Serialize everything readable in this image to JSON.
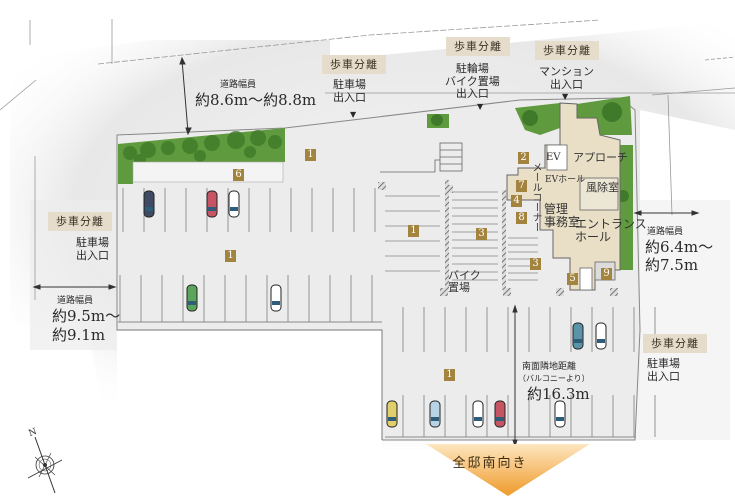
{
  "title": "敷地配置図",
  "badges": {
    "separation_label": "歩車分離"
  },
  "entrances": {
    "parking_north": "駐車場\n出入口",
    "bicycle_bike": "駐輪場\nバイク置場\n出入口",
    "mansion": "マンション\n出入口",
    "parking_west": "駐車場\n出入口",
    "parking_east": "駐車場\n出入口",
    "arrow_glyph": "▼"
  },
  "road_widths": {
    "north": {
      "label": "道路幅員",
      "value": "約8.6m〜約8.8m"
    },
    "west": {
      "label": "道路幅員",
      "value_line1": "約9.5m〜",
      "value_line2": "約9.1m"
    },
    "east": {
      "label": "道路幅員",
      "value_line1": "約6.4m〜",
      "value_line2": "約7.5m"
    }
  },
  "south_distance": {
    "label": "南面隣地距離",
    "sub": "（バルコニーより）",
    "value": "約16.3m"
  },
  "orientation_banner": "全邸南向き",
  "rooms": {
    "approach": "アプローチ",
    "ev": "EV",
    "ev_hall": "EVホール",
    "windbreak": "風除室",
    "mail_corner": "メールコーナー",
    "management": "管理\n事務室",
    "entrance_hall": "エントランス\nホール",
    "bike_parking": "バイク\n置場"
  },
  "legend_numbers": [
    "1",
    "2",
    "3",
    "4",
    "5",
    "6",
    "7",
    "8",
    "9"
  ],
  "compass": {
    "north_label": "N"
  },
  "colors": {
    "badge_bg": "#e6dccb",
    "number_marker": "#a3843f",
    "greenery": "#5f9a3e",
    "building_floor": "#e9dfc6",
    "banner_orange": "#f0a23a"
  },
  "cars": [
    {
      "area": "north-row",
      "color": "#3f4b63"
    },
    {
      "area": "north-row",
      "color": "#c65563"
    },
    {
      "area": "north-row",
      "color": "#ffffff"
    },
    {
      "area": "middle-row",
      "color": "#5aa45c"
    },
    {
      "area": "middle-row",
      "color": "#ffffff"
    },
    {
      "area": "south-upper",
      "color": "#5b93a8"
    },
    {
      "area": "south-upper",
      "color": "#ffffff"
    },
    {
      "area": "south-bottom",
      "color": "#e0cf6a"
    },
    {
      "area": "south-bottom",
      "color": "#b9d3e6"
    },
    {
      "area": "south-bottom",
      "color": "#ffffff"
    },
    {
      "area": "south-bottom",
      "color": "#c65563"
    },
    {
      "area": "south-bottom",
      "color": "#ffffff"
    }
  ]
}
